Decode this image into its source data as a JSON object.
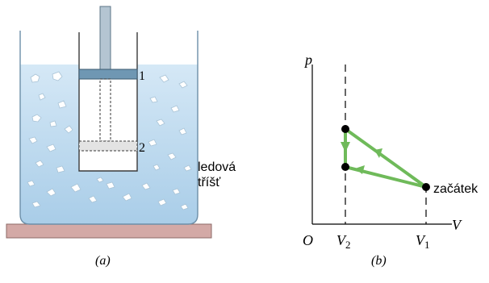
{
  "panel_a": {
    "caption": "(a)",
    "position_1": "1",
    "position_2": "2",
    "ice_label_line1": "ledová",
    "ice_label_line2": "tříšť"
  },
  "panel_b": {
    "caption": "(b)",
    "axis_p": "p",
    "axis_v": "V",
    "origin": "O",
    "tick_v2": "V",
    "tick_v2_sub": "2",
    "tick_v1": "V",
    "tick_v1_sub": "1",
    "start_label": "začátek"
  },
  "colors": {
    "water": "#c4def0",
    "piston_1": "#6f97b3",
    "cycle_path": "#6fba5a",
    "floor": "#d3a9a6"
  }
}
